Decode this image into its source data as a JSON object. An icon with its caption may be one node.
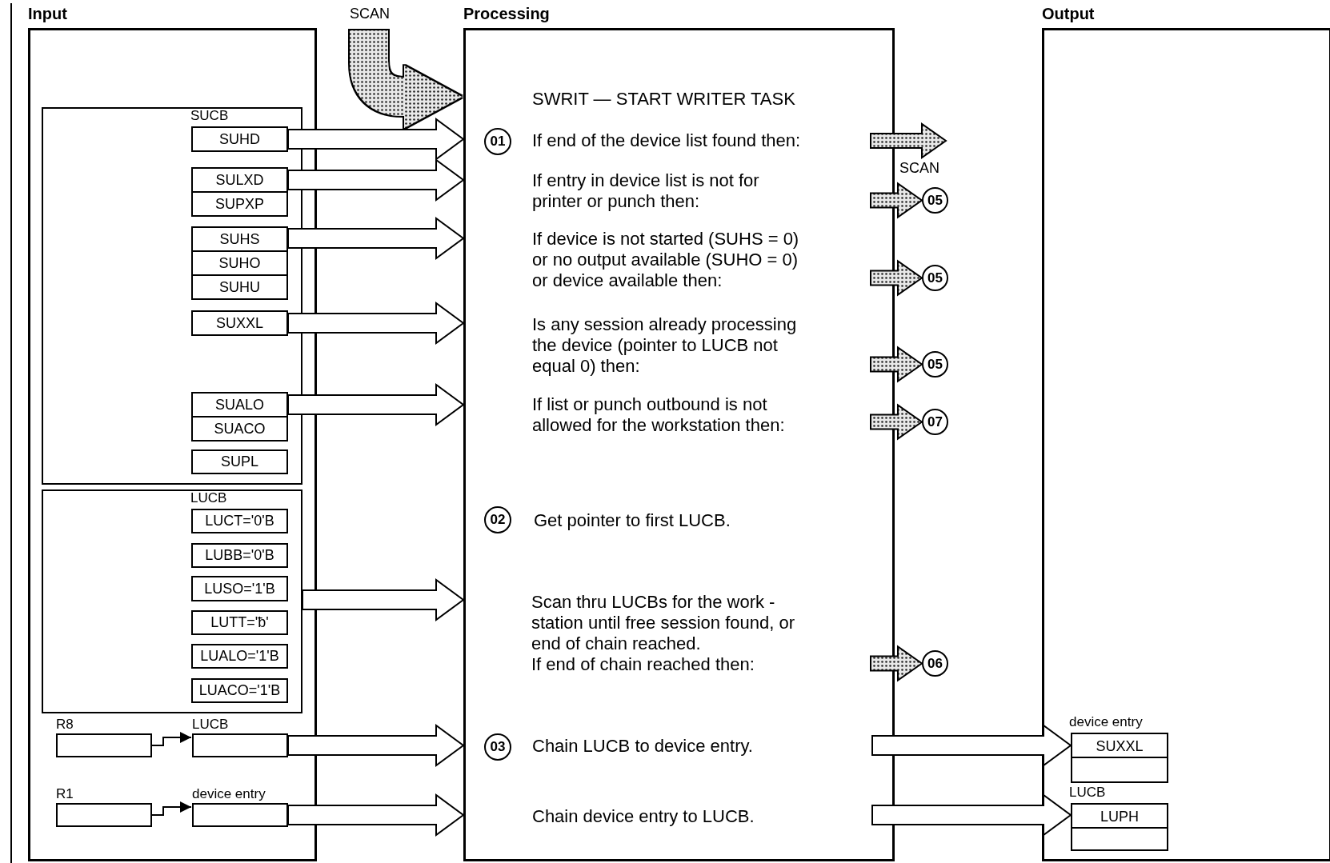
{
  "diagram": {
    "nodes": [
      {
        "text": [
          "Input"
        ]
      },
      {
        "text": [
          "SUCB"
        ],
        "in": 0
      },
      {
        "text": [
          "SUHD"
        ],
        "in": 1
      },
      {
        "text": [
          "SULXD"
        ],
        "in": 1
      },
      {
        "text": [
          "SUPXP"
        ],
        "in": 1
      },
      {
        "text": [
          "SUHS"
        ],
        "in": 1
      },
      {
        "text": [
          "SUHO"
        ],
        "in": 1
      },
      {
        "text": [
          "SUHU"
        ],
        "in": 1
      },
      {
        "text": [
          "SUXXL"
        ],
        "in": 1
      },
      {
        "text": [
          "SUALO"
        ],
        "in": 1
      },
      {
        "text": [
          "SUACO"
        ],
        "in": 1
      },
      {
        "text": [
          "SUPL"
        ],
        "in": 1
      },
      {
        "text": [
          "LUCB"
        ],
        "in": 0
      },
      {
        "text": [
          "LUCT='0'B"
        ],
        "in": 12
      },
      {
        "text": [
          "LUBB='0'B"
        ],
        "in": 12
      },
      {
        "text": [
          "LUSO='1'B"
        ],
        "in": 12
      },
      {
        "text": [
          "LUTT='ƀ'"
        ],
        "in": 12
      },
      {
        "text": [
          "LUALO='1'B"
        ],
        "in": 12
      },
      {
        "text": [
          "LUACO='1'B"
        ],
        "in": 12
      },
      {
        "text": [
          "R8"
        ],
        "in": 0
      },
      {
        "text": [
          "LUCB"
        ],
        "in": 0
      },
      {
        "text": [
          "R1"
        ],
        "in": 0
      },
      {
        "text": [
          "device entry"
        ],
        "in": 0
      },
      {
        "text": [
          "SCAN"
        ]
      },
      {
        "text": [
          "Processing"
        ]
      },
      {
        "text": [
          "01"
        ],
        "in": 24
      },
      {
        "text": [
          "02"
        ],
        "in": 24
      },
      {
        "text": [
          "03"
        ],
        "in": 24
      },
      {
        "text": [
          "05"
        ]
      },
      {
        "text": [
          "05"
        ]
      },
      {
        "text": [
          "05"
        ]
      },
      {
        "text": [
          "07"
        ]
      },
      {
        "text": [
          "06"
        ]
      },
      {
        "text": [
          "Output"
        ]
      },
      {
        "text": [
          "device entry",
          "SUXXL"
        ],
        "in": 33
      },
      {
        "text": [
          "LUCB",
          "LUPH"
        ],
        "in": 33
      }
    ],
    "edges": [
      {
        "from": 23,
        "to": 24,
        "arrow": "to"
      },
      {
        "from": 2,
        "to": 24,
        "arrow": "to"
      },
      {
        "from": 3,
        "to": 24,
        "arrow": "to"
      },
      {
        "from": 5,
        "to": 24,
        "arrow": "to"
      },
      {
        "from": 8,
        "to": 24,
        "arrow": "to"
      },
      {
        "from": 9,
        "to": 24,
        "arrow": "to"
      },
      {
        "from": 12,
        "to": 24,
        "arrow": "to"
      },
      {
        "from": 20,
        "to": 24,
        "arrow": "to"
      },
      {
        "from": 22,
        "to": 24,
        "arrow": "to"
      },
      {
        "from": 24,
        "to": null,
        "arrow": "to",
        "label": "SCAN"
      },
      {
        "from": 24,
        "to": 28,
        "arrow": "to"
      },
      {
        "from": 24,
        "to": 29,
        "arrow": "to"
      },
      {
        "from": 24,
        "to": 30,
        "arrow": "to"
      },
      {
        "from": 24,
        "to": 31,
        "arrow": "to"
      },
      {
        "from": 24,
        "to": 32,
        "arrow": "to"
      },
      {
        "from": 24,
        "to": 34,
        "arrow": "to"
      },
      {
        "from": 24,
        "to": 35,
        "arrow": "to"
      },
      {
        "from": 19,
        "to": 20,
        "arrow": "to"
      },
      {
        "from": 21,
        "to": 22,
        "arrow": "to"
      }
    ],
    "labels": [
      "SWRIT — START WRITER TASK",
      "If end of the device list found then:",
      "If entry in device list is not for printer or punch then:",
      "If device is not started (SUHS = 0) or no output available (SUHO = 0) or device available then:",
      "Is any session already processing the device (pointer to LUCB not equal 0) then:",
      "If list or punch outbound is not allowed for the workstation then:",
      "Get pointer to first LUCB.",
      "Scan thru LUCBs for the work - station until free session found, or end of chain reached.",
      "If end of chain reached then:",
      "Chain LUCB to device entry.",
      "Chain device entry to LUCB."
    ]
  }
}
